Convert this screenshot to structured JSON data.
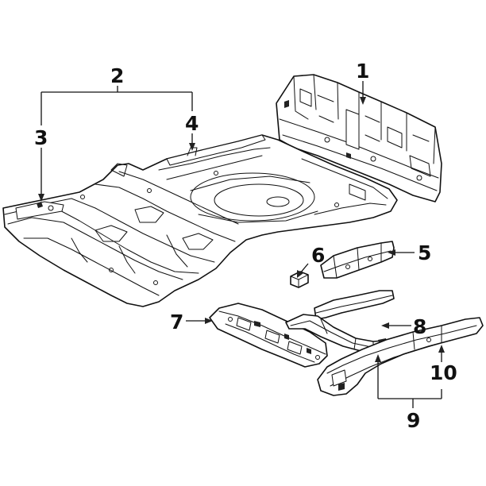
{
  "diagram": {
    "callouts": {
      "c1": "1",
      "c2": "2",
      "c3": "3",
      "c4": "4",
      "c5": "5",
      "c6": "6",
      "c7": "7",
      "c8": "8",
      "c9": "9",
      "c10": "10"
    },
    "parts": [
      {
        "key": "p1",
        "callout": "1"
      },
      {
        "key": "p2",
        "callout": "2"
      },
      {
        "key": "p3",
        "callout": "3"
      },
      {
        "key": "p4",
        "callout": "4"
      },
      {
        "key": "p5",
        "callout": "5"
      },
      {
        "key": "p6",
        "callout": "6"
      },
      {
        "key": "p7",
        "callout": "7"
      },
      {
        "key": "p8",
        "callout": "8"
      },
      {
        "key": "p9",
        "callout": "9"
      },
      {
        "key": "p10",
        "callout": "10"
      }
    ]
  }
}
